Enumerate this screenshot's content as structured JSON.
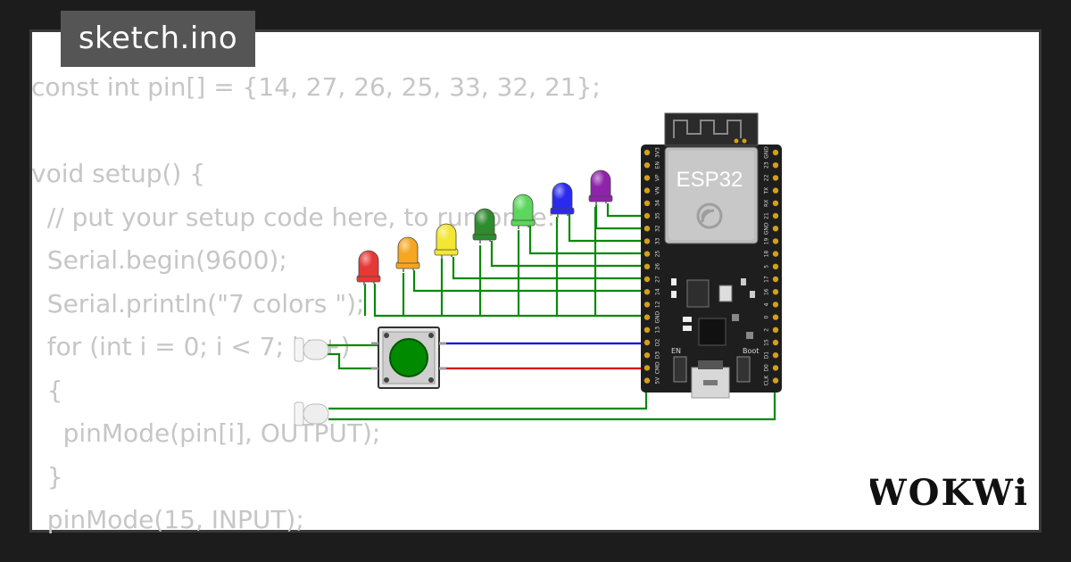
{
  "title_tag": "sketch.ino",
  "code_lines": [
    "const int pin[] = {14, 27, 26, 25, 33, 32, 21};",
    "",
    "void setup() {",
    "  // put your setup code here, to run once:",
    "  Serial.begin(9600);",
    "  Serial.println(\"7 colors \");",
    "  for (int i = 0; i < 7; i++)",
    "  {",
    "    pinMode(pin[i], OUTPUT);",
    "  }",
    "  pinMode(15, INPUT);"
  ],
  "board": {
    "name": "ESP32",
    "left_pins": [
      "3V3",
      "EN",
      "VP",
      "VN",
      "34",
      "35",
      "32",
      "33",
      "25",
      "26",
      "27",
      "14",
      "12",
      "GND",
      "13",
      "D2",
      "D3",
      "CMD",
      "5V"
    ],
    "right_pins": [
      "GND",
      "23",
      "22",
      "TX",
      "RX",
      "21",
      "GND",
      "19",
      "18",
      "5",
      "17",
      "16",
      "4",
      "0",
      "2",
      "15",
      "D1",
      "D0",
      "CLK"
    ],
    "button_labels": [
      "EN",
      "Boot"
    ]
  },
  "leds": [
    {
      "color": "red",
      "hex": "#e53935"
    },
    {
      "color": "orange",
      "hex": "#f5a623"
    },
    {
      "color": "yellow",
      "hex": "#f4e632"
    },
    {
      "color": "green",
      "hex": "#2e8b2e"
    },
    {
      "color": "light-green",
      "hex": "#5cd65c"
    },
    {
      "color": "blue",
      "hex": "#2a2aee"
    },
    {
      "color": "purple",
      "hex": "#8e24aa"
    }
  ],
  "colors": {
    "wire_green": "#0a8a0a",
    "wire_blue": "#0000dd",
    "wire_red": "#dd0000",
    "pushbutton": "#008a00"
  },
  "brand": "WOKWi"
}
